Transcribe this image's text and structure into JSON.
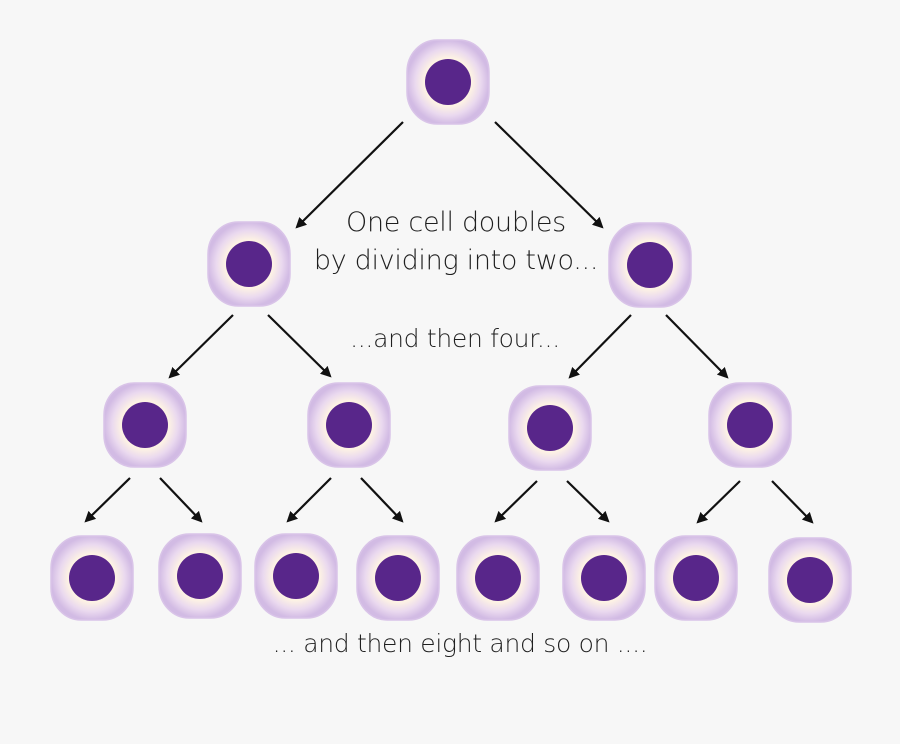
{
  "captions": {
    "line1": "One cell doubles",
    "line2": "by dividing into two...",
    "line3": "...and then four...",
    "line4": "... and then eight and so on ...."
  },
  "colors": {
    "background": "#f7f7f7",
    "cell_outer": "#d9c4e8",
    "cell_glow": "#fdf2e4",
    "nucleus": "#58268a",
    "arrow": "#111111",
    "text": "#1f1f1f"
  },
  "structure": {
    "generations": 4,
    "cells_per_generation": [
      1,
      2,
      4,
      8
    ]
  }
}
